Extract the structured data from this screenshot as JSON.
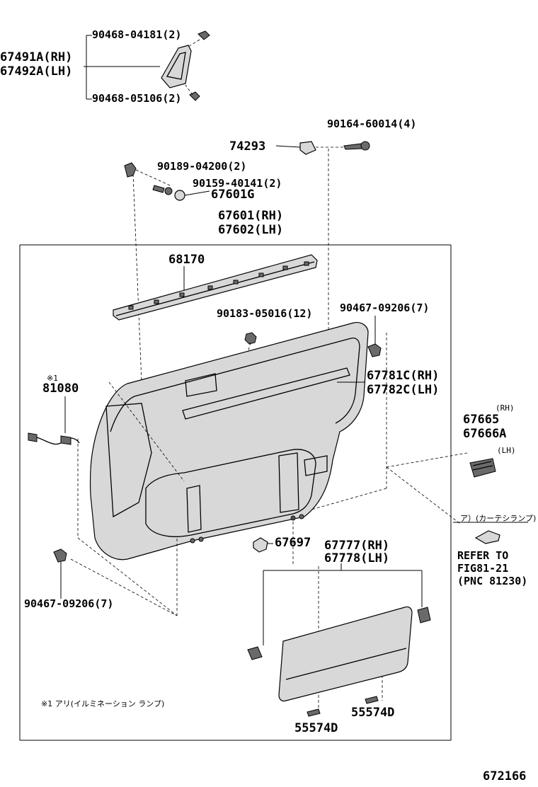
{
  "diagram": {
    "labels": {
      "p90468_04181": "90468-04181(2)",
      "p67491A": "67491A(RH)",
      "p67492A": "67492A(LH)",
      "p90468_05106": "90468-05106(2)",
      "p90164_60014": "90164-60014(4)",
      "p74293": "74293",
      "p90189_04200": "90189-04200(2)",
      "p90159_40141": "90159-40141(2)",
      "p67601G": "67601G",
      "p67601_rh": "67601(RH)",
      "p67602_lh": "67602(LH)",
      "p68170": "68170",
      "p90183_05016": "90183-05016(12)",
      "p90467_09206_top": "90467-09206(7)",
      "note1_mark": "※1",
      "p81080": "81080",
      "p67781C": "67781C(RH)",
      "p67782C": "67782C(LH)",
      "rh_tag": "(RH)",
      "p67665": "67665",
      "p67666A": "67666A",
      "lh_tag": "(LH)",
      "curtain_note": "ア）(カーテシランプ)",
      "refer_to": "REFER TO",
      "fig_ref": "FIG81-21",
      "pnc_ref": "(PNC 81230)",
      "p67697": "67697",
      "p67777": "67777(RH)",
      "p67778": "67778(LH)",
      "p90467_09206_bottom": "90467-09206(7)",
      "footnote": "※1 アリ(イルミネーション ランプ)",
      "p55574D_right": "55574D",
      "p55574D_left": "55574D",
      "figure_number": "672166"
    }
  }
}
